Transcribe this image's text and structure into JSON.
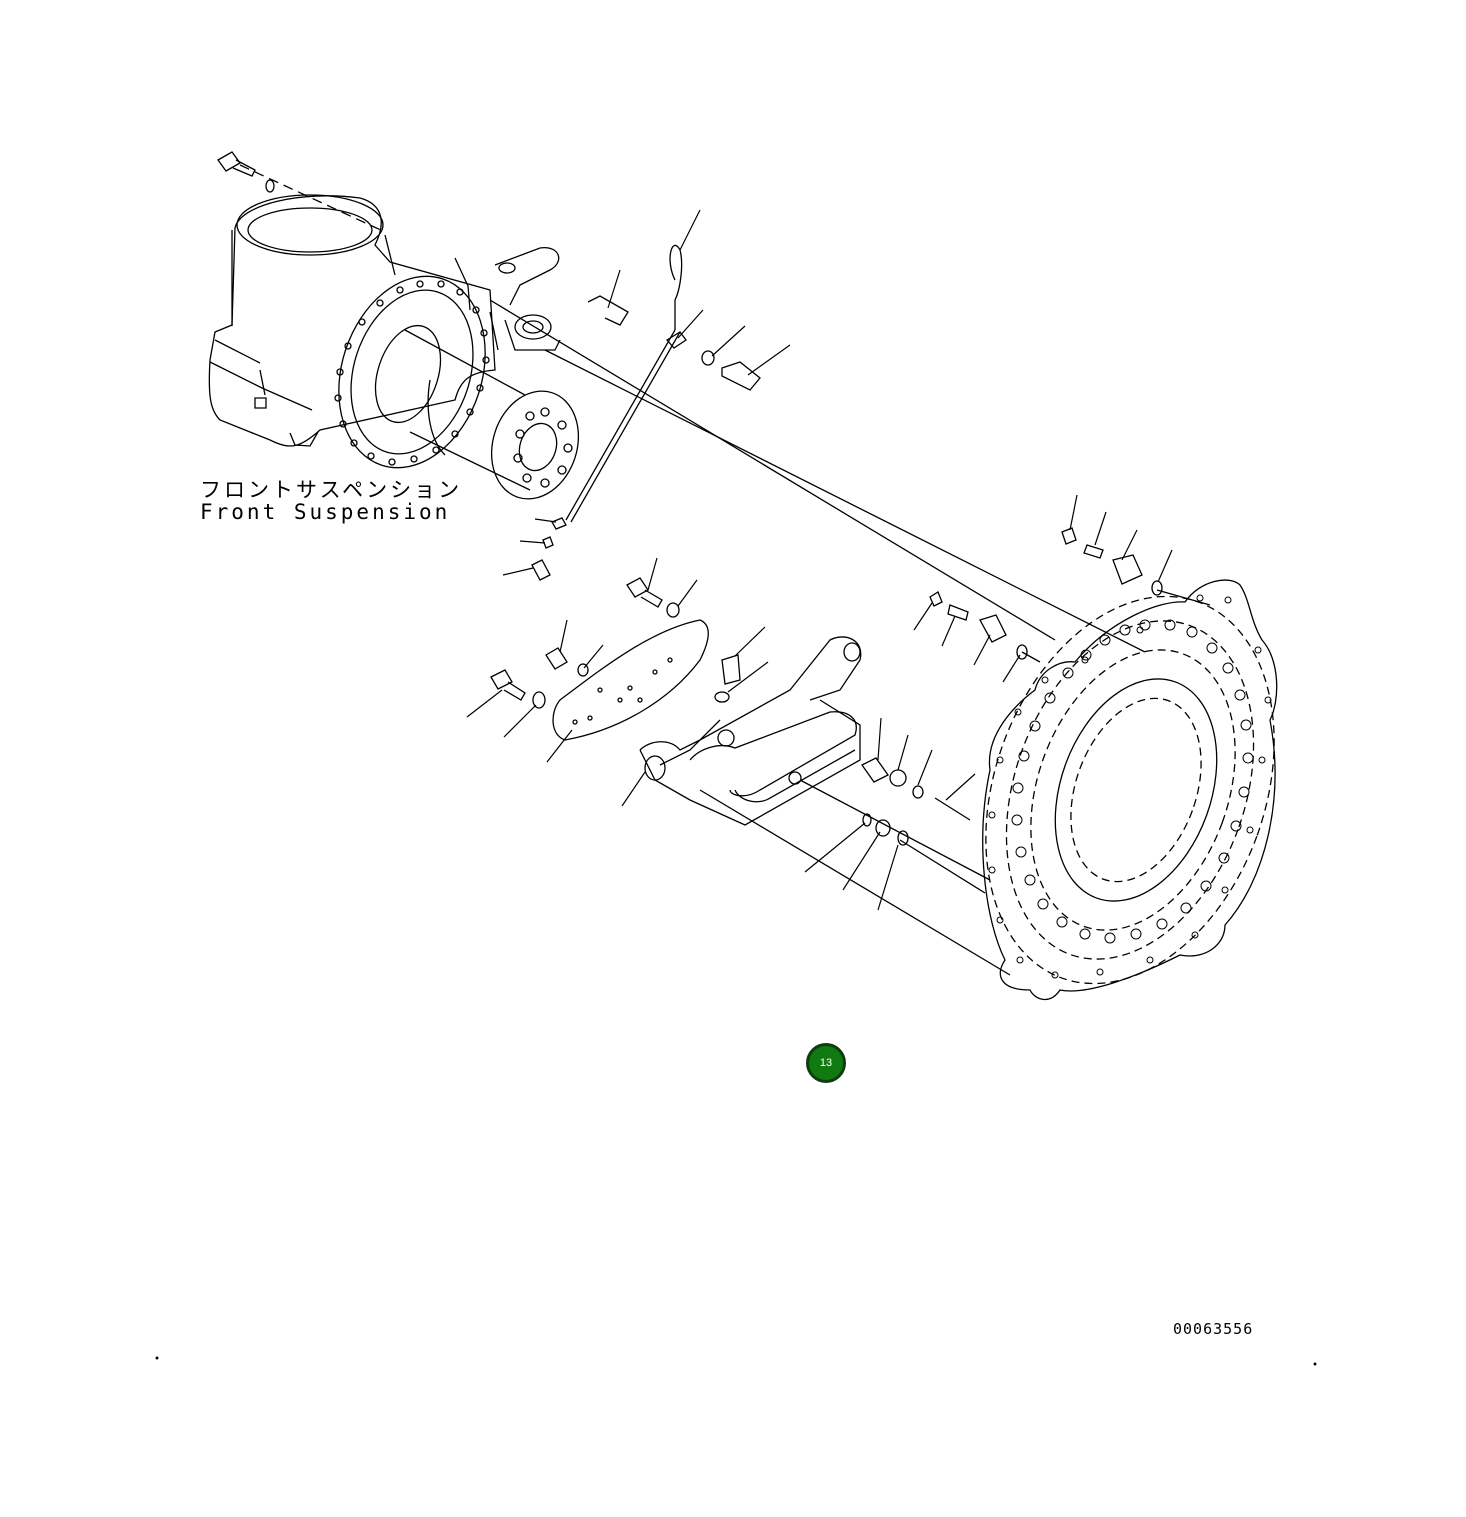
{
  "diagram": {
    "label_jp": "フロントサスペンション",
    "label_en": "Front Suspension",
    "drawing_number": "00063556",
    "callout": {
      "text": "13",
      "color": "#0f7a0f"
    }
  },
  "colors": {
    "line": "#000000",
    "background": "#ffffff",
    "callout_fill": "#0f7a0f"
  }
}
